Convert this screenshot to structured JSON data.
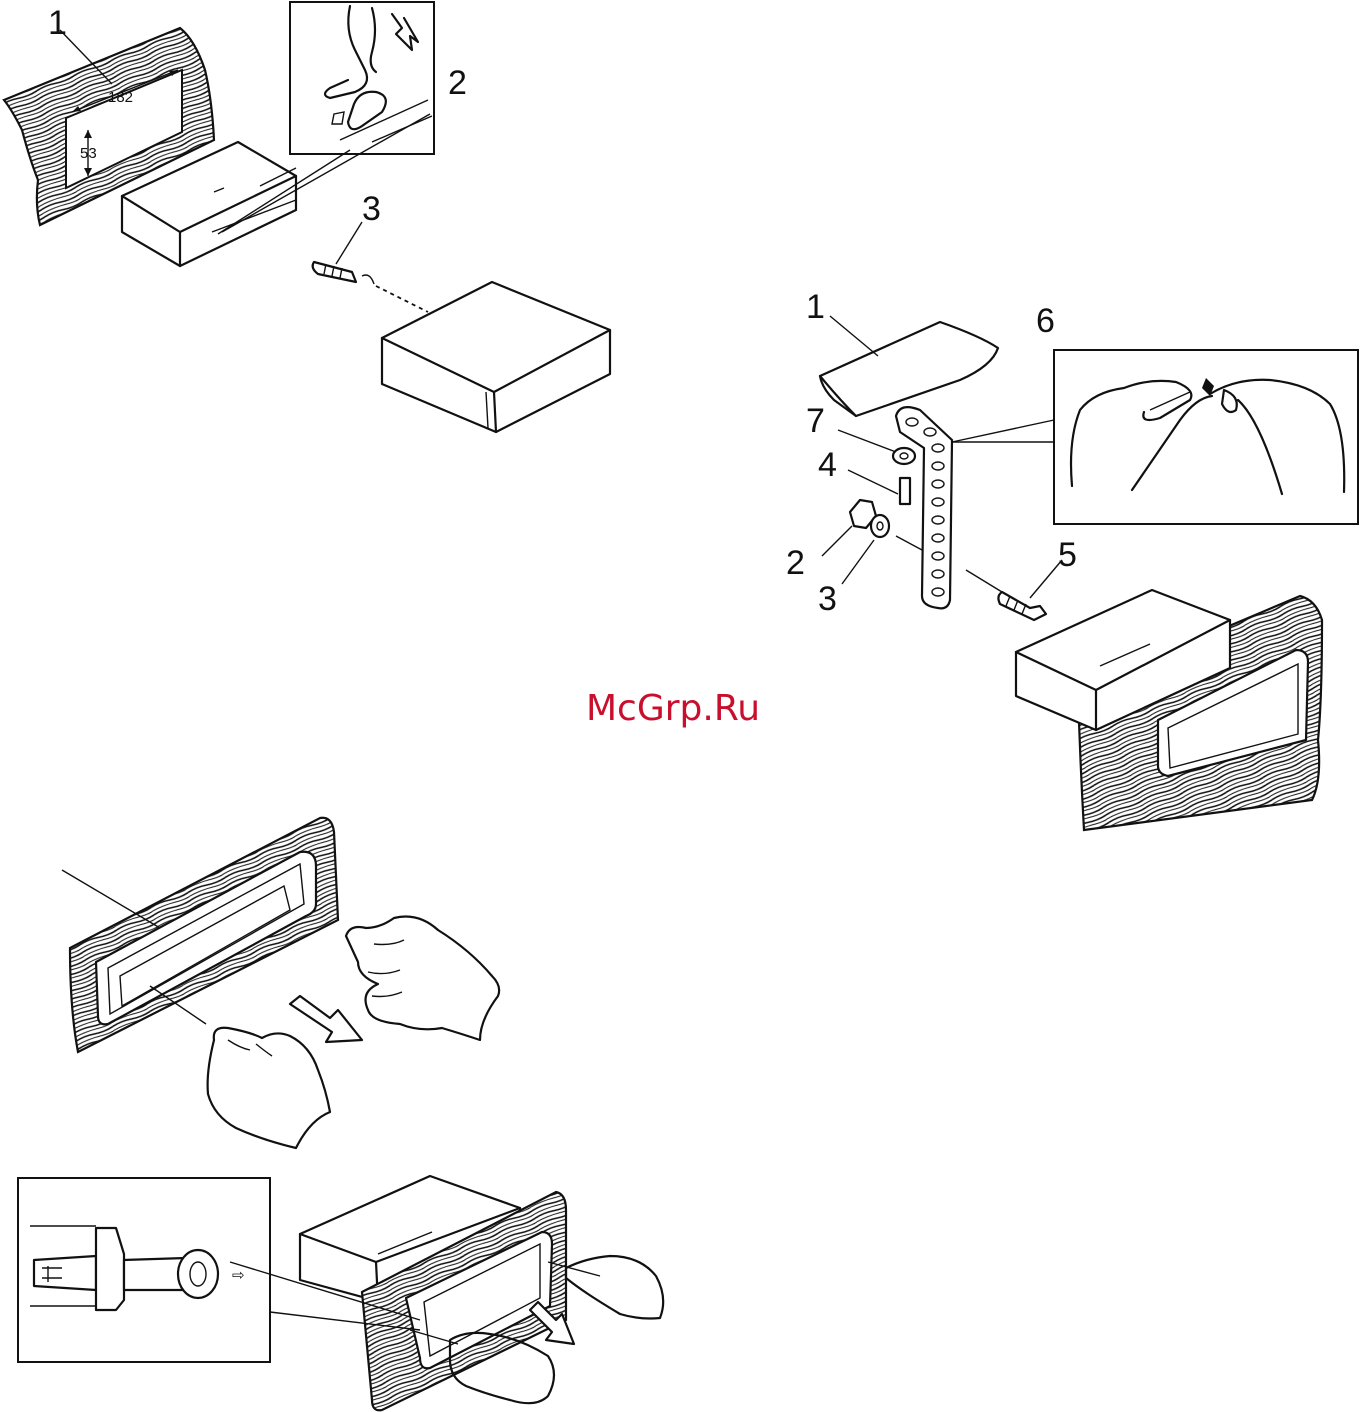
{
  "watermark": "McGrp.Ru",
  "figure_top_left": {
    "callouts": [
      "1",
      "2",
      "3"
    ],
    "dimension_width": "182",
    "dimension_height": "53"
  },
  "figure_top_right": {
    "callouts": [
      "1",
      "6",
      "7",
      "4",
      "2",
      "3",
      "5"
    ]
  },
  "figure_middle_left": {
    "description_hidden": false
  },
  "figure_bottom_left": {
    "arrow_glyph": "⇨"
  },
  "colors": {
    "line": "#111111",
    "watermark": "#c8102e",
    "background": "#ffffff"
  }
}
